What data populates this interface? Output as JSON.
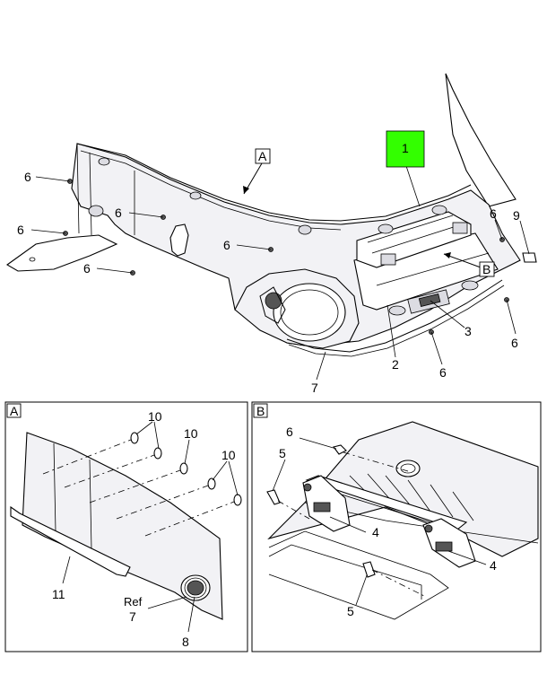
{
  "callouts": {
    "c1": "1",
    "c2": "2",
    "c3": "3",
    "c6a": "6",
    "c6b": "6",
    "c6c": "6",
    "c6d": "6",
    "c6e": "6",
    "c6f": "6",
    "c6g": "6",
    "c6h": "6",
    "c7": "7",
    "c9": "9",
    "cA": "A",
    "cB": "B"
  },
  "detail_a": {
    "label": "A",
    "c10a": "10",
    "c10b": "10",
    "c10c": "10",
    "c11": "11",
    "ref_label": "Ref",
    "c7": "7",
    "c8": "8"
  },
  "detail_b": {
    "label": "B",
    "c6": "6",
    "c5a": "5",
    "c5b": "5",
    "c4a": "4",
    "c4b": "4"
  },
  "colors": {
    "highlight": "#33ff00",
    "line": "#000000",
    "panel": "#f2f2f5"
  }
}
